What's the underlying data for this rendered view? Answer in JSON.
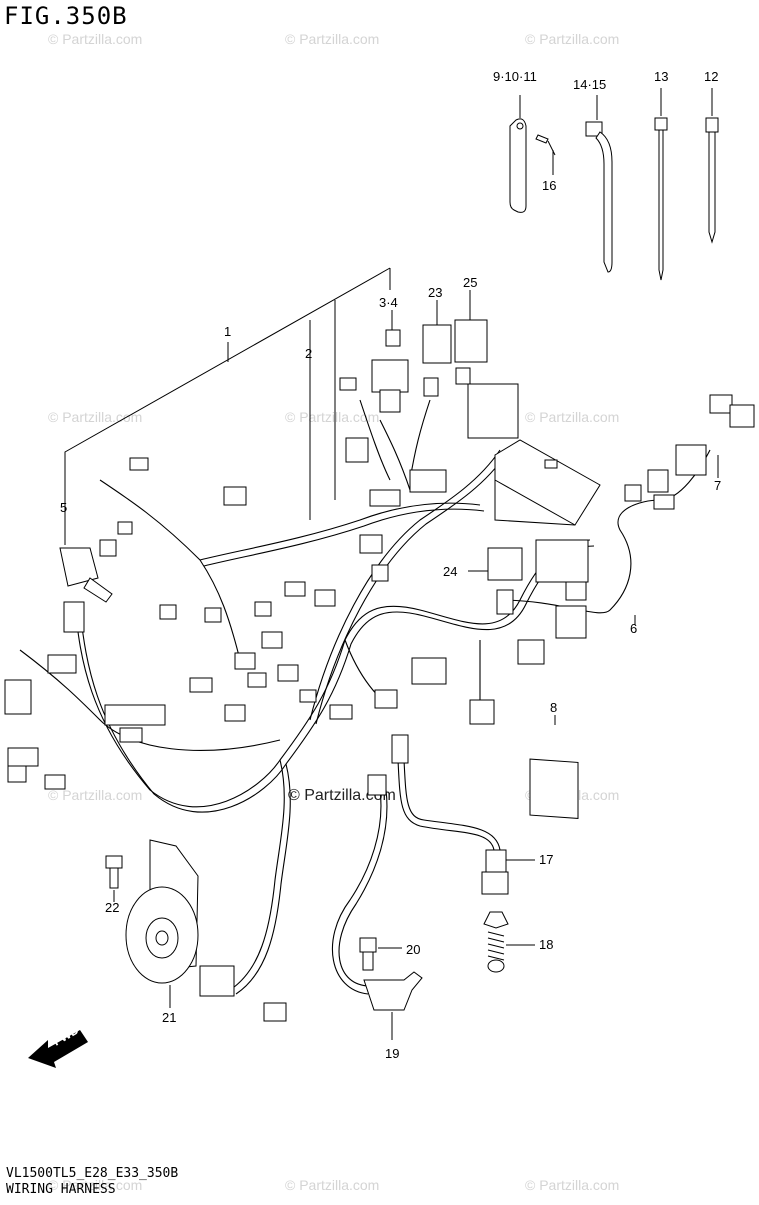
{
  "figure": {
    "number": "FIG.350B",
    "model_code": "VL1500TL5_E28_E33_350B",
    "title": "WIRING HARNESS"
  },
  "watermark": {
    "text": "© Partzilla.com",
    "center_text": "© Partzilla.com"
  },
  "direction_badge": {
    "label": "FWD",
    "icon": "fwd-arrow-icon"
  },
  "callouts": [
    {
      "id": "c1",
      "label": "1"
    },
    {
      "id": "c2",
      "label": "2"
    },
    {
      "id": "c34",
      "label": "3·4"
    },
    {
      "id": "c5",
      "label": "5"
    },
    {
      "id": "c6",
      "label": "6"
    },
    {
      "id": "c7",
      "label": "7"
    },
    {
      "id": "c8",
      "label": "8"
    },
    {
      "id": "c91011",
      "label": "9·10·11"
    },
    {
      "id": "c12",
      "label": "12"
    },
    {
      "id": "c13",
      "label": "13"
    },
    {
      "id": "c1415",
      "label": "14·15"
    },
    {
      "id": "c16",
      "label": "16"
    },
    {
      "id": "c17",
      "label": "17"
    },
    {
      "id": "c18",
      "label": "18"
    },
    {
      "id": "c19",
      "label": "19"
    },
    {
      "id": "c20",
      "label": "20"
    },
    {
      "id": "c21",
      "label": "21"
    },
    {
      "id": "c22",
      "label": "22"
    },
    {
      "id": "c23",
      "label": "23"
    },
    {
      "id": "c24",
      "label": "24"
    },
    {
      "id": "c25",
      "label": "25"
    }
  ]
}
